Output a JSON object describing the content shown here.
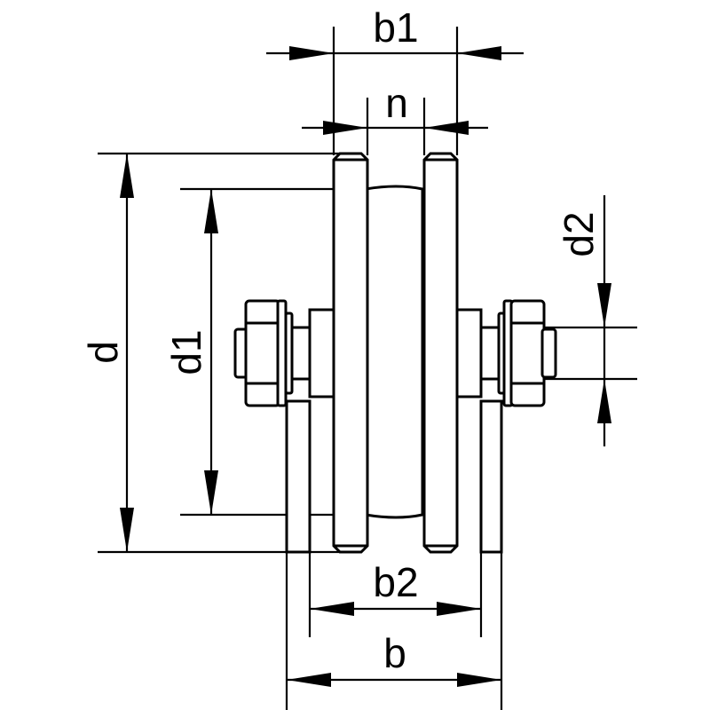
{
  "colors": {
    "line": "#000000",
    "background": "#ffffff"
  },
  "dimensions": {
    "b1": "b1",
    "n": "n",
    "d": "d",
    "d1": "d1",
    "d2": "d2",
    "b2": "b2",
    "b": "b"
  }
}
